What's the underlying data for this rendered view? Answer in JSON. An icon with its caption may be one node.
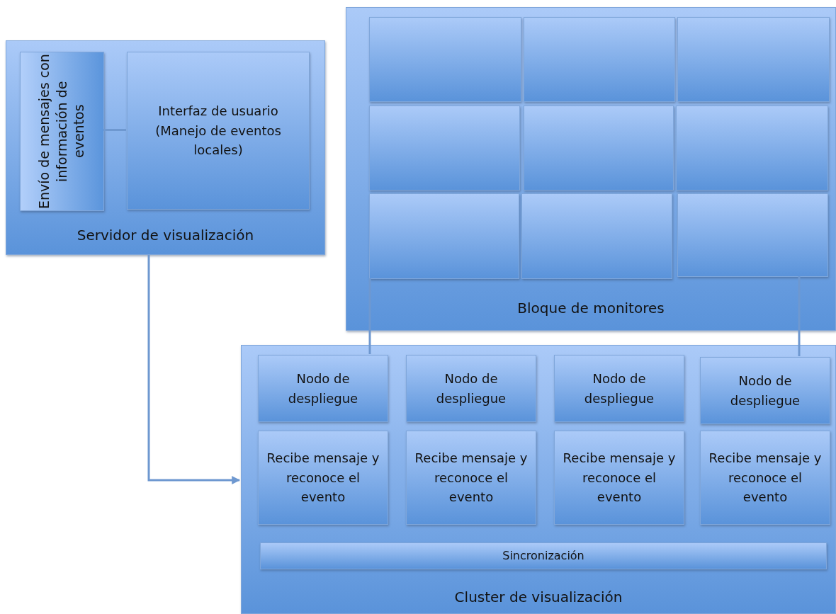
{
  "diagram": {
    "nodes": [
      {
        "text": [
          "Servidor de visualización"
        ]
      },
      {
        "text": [
          "Envío de mensajes con información de eventos"
        ],
        "in": 0
      },
      {
        "text": [
          "Interfaz de usuario (Manejo de eventos locales)"
        ],
        "in": 0
      },
      {
        "text": [
          "Bloque de monitores"
        ]
      },
      {
        "text": [],
        "shape": "box",
        "in": 3
      },
      {
        "text": [],
        "shape": "box",
        "in": 3
      },
      {
        "text": [],
        "shape": "box",
        "in": 3
      },
      {
        "text": [],
        "shape": "box",
        "in": 3
      },
      {
        "text": [],
        "shape": "box",
        "in": 3
      },
      {
        "text": [],
        "shape": "box",
        "in": 3
      },
      {
        "text": [],
        "shape": "box",
        "in": 3
      },
      {
        "text": [],
        "shape": "box",
        "in": 3
      },
      {
        "text": [],
        "shape": "box",
        "in": 3
      },
      {
        "text": [
          "Cluster de visualización"
        ]
      },
      {
        "text": [
          "Nodo de despliegue"
        ],
        "in": 13
      },
      {
        "text": [
          "Nodo de despliegue"
        ],
        "in": 13
      },
      {
        "text": [
          "Nodo de despliegue"
        ],
        "in": 13
      },
      {
        "text": [
          "Nodo de despliegue"
        ],
        "in": 13
      },
      {
        "text": [
          "Recibe mensaje y reconoce el evento"
        ],
        "in": 13
      },
      {
        "text": [
          "Recibe mensaje y reconoce el evento"
        ],
        "in": 13
      },
      {
        "text": [
          "Recibe mensaje y reconoce el evento"
        ],
        "in": 13
      },
      {
        "text": [
          "Recibe mensaje y reconoce el evento"
        ],
        "in": 13
      },
      {
        "text": [
          "Sincronización"
        ],
        "in": 13
      }
    ],
    "edges": [
      {
        "from": 1,
        "to": 2,
        "arrow": "none"
      },
      {
        "from": 0,
        "to": 13,
        "arrow": "to"
      },
      {
        "from": 10,
        "to": 14,
        "arrow": "none"
      },
      {
        "from": 12,
        "to": 17,
        "arrow": "none"
      }
    ]
  }
}
